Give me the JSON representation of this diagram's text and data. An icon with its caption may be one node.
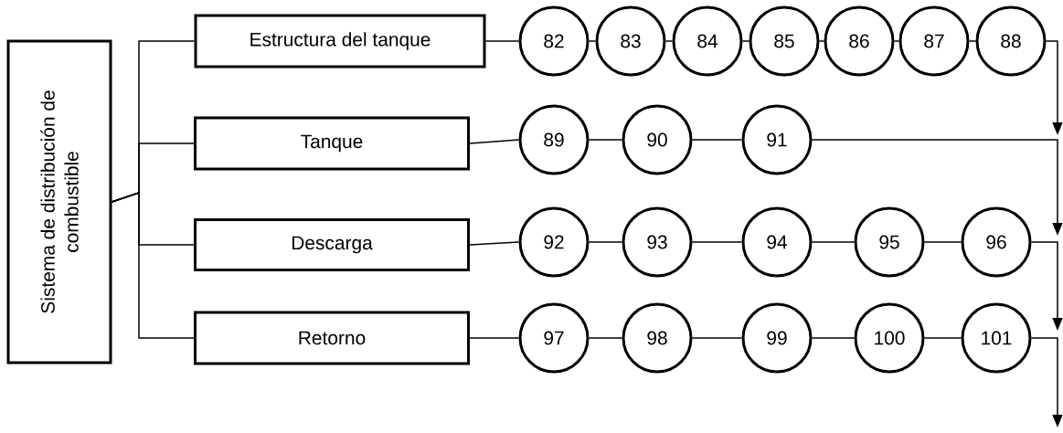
{
  "diagram": {
    "nodes": [
      {
        "text": [
          "Sistema de distribución de combustible"
        ]
      },
      {
        "text": [
          "Estructura del tanque"
        ]
      },
      {
        "text": [
          "Tanque"
        ]
      },
      {
        "text": [
          "Descarga"
        ]
      },
      {
        "text": [
          "Retorno"
        ]
      },
      {
        "text": [
          "82"
        ]
      },
      {
        "text": [
          "83"
        ]
      },
      {
        "text": [
          "84"
        ]
      },
      {
        "text": [
          "85"
        ]
      },
      {
        "text": [
          "86"
        ]
      },
      {
        "text": [
          "87"
        ]
      },
      {
        "text": [
          "88"
        ]
      },
      {
        "text": [
          "89"
        ]
      },
      {
        "text": [
          "90"
        ]
      },
      {
        "text": [
          "91"
        ]
      },
      {
        "text": [
          "92"
        ]
      },
      {
        "text": [
          "93"
        ]
      },
      {
        "text": [
          "94"
        ]
      },
      {
        "text": [
          "95"
        ]
      },
      {
        "text": [
          "96"
        ]
      },
      {
        "text": [
          "97"
        ]
      },
      {
        "text": [
          "98"
        ]
      },
      {
        "text": [
          "99"
        ]
      },
      {
        "text": [
          "100"
        ]
      },
      {
        "text": [
          "101"
        ]
      }
    ],
    "edges": [
      {
        "from": 0,
        "to": 1,
        "arrow": "none"
      },
      {
        "from": 0,
        "to": 2,
        "arrow": "none"
      },
      {
        "from": 0,
        "to": 3,
        "arrow": "none"
      },
      {
        "from": 0,
        "to": 4,
        "arrow": "none"
      },
      {
        "from": 1,
        "to": 5,
        "arrow": "none"
      },
      {
        "from": 5,
        "to": 6,
        "arrow": "none"
      },
      {
        "from": 6,
        "to": 7,
        "arrow": "none"
      },
      {
        "from": 7,
        "to": 8,
        "arrow": "none"
      },
      {
        "from": 8,
        "to": 9,
        "arrow": "none"
      },
      {
        "from": 9,
        "to": 10,
        "arrow": "none"
      },
      {
        "from": 10,
        "to": 11,
        "arrow": "none"
      },
      {
        "from": 2,
        "to": 12,
        "arrow": "none"
      },
      {
        "from": 12,
        "to": 13,
        "arrow": "none"
      },
      {
        "from": 13,
        "to": 14,
        "arrow": "none"
      },
      {
        "from": 3,
        "to": 15,
        "arrow": "none"
      },
      {
        "from": 15,
        "to": 16,
        "arrow": "none"
      },
      {
        "from": 16,
        "to": 17,
        "arrow": "none"
      },
      {
        "from": 17,
        "to": 18,
        "arrow": "none"
      },
      {
        "from": 18,
        "to": 19,
        "arrow": "none"
      },
      {
        "from": 4,
        "to": 20,
        "arrow": "none"
      },
      {
        "from": 20,
        "to": 21,
        "arrow": "none"
      },
      {
        "from": 21,
        "to": 22,
        "arrow": "none"
      },
      {
        "from": 22,
        "to": 23,
        "arrow": "none"
      },
      {
        "from": 23,
        "to": 24,
        "arrow": "none"
      },
      {
        "from": 11,
        "to": null,
        "arrow": "to"
      },
      {
        "from": 14,
        "to": null,
        "arrow": "to"
      },
      {
        "from": 19,
        "to": null,
        "arrow": "to"
      },
      {
        "from": 24,
        "to": null,
        "arrow": "to"
      }
    ]
  }
}
